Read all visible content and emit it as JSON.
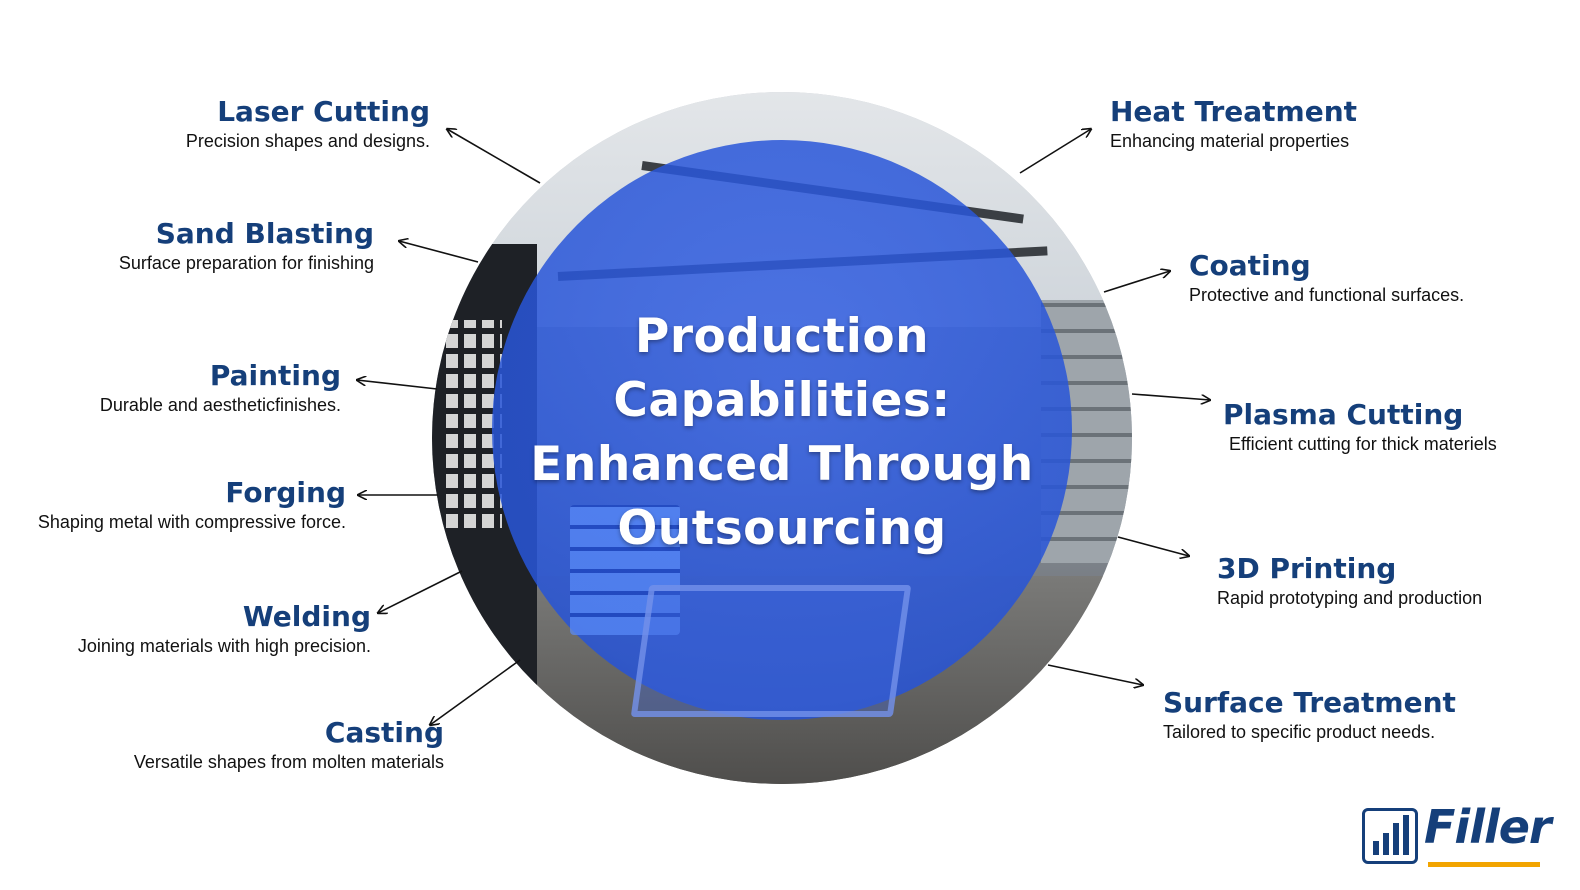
{
  "title_lines": [
    "Production",
    "Capabilities:",
    "Enhanced Through",
    "Outsourcing"
  ],
  "left_items": [
    {
      "title": "Laser Cutting",
      "desc": "Precision shapes and designs."
    },
    {
      "title": "Sand Blasting",
      "desc": "Surface preparation for finishing"
    },
    {
      "title": "Painting",
      "desc": "Durable and aestheticfinishes."
    },
    {
      "title": "Forging",
      "desc": "Shaping metal with compressive force."
    },
    {
      "title": "Welding",
      "desc": "Joining materials with high precision."
    },
    {
      "title": "Casting",
      "desc": "Versatile shapes from molten materials"
    }
  ],
  "right_items": [
    {
      "title": "Heat Treatment",
      "desc": "Enhancing material properties"
    },
    {
      "title": "Coating",
      "desc": "Protective and functional surfaces."
    },
    {
      "title": "Plasma Cutting",
      "desc": "Efficient cutting for thick materiels"
    },
    {
      "title": "3D Printing",
      "desc": "Rapid prototyping and production"
    },
    {
      "title": "Surface Treatment",
      "desc": "Tailored to specific product needs."
    }
  ],
  "logo": {
    "text": "Filler",
    "color": "#153f7a",
    "accent": "#f2a400"
  },
  "colors": {
    "heading": "#153f7a",
    "overlay": "#2f5fe0"
  }
}
